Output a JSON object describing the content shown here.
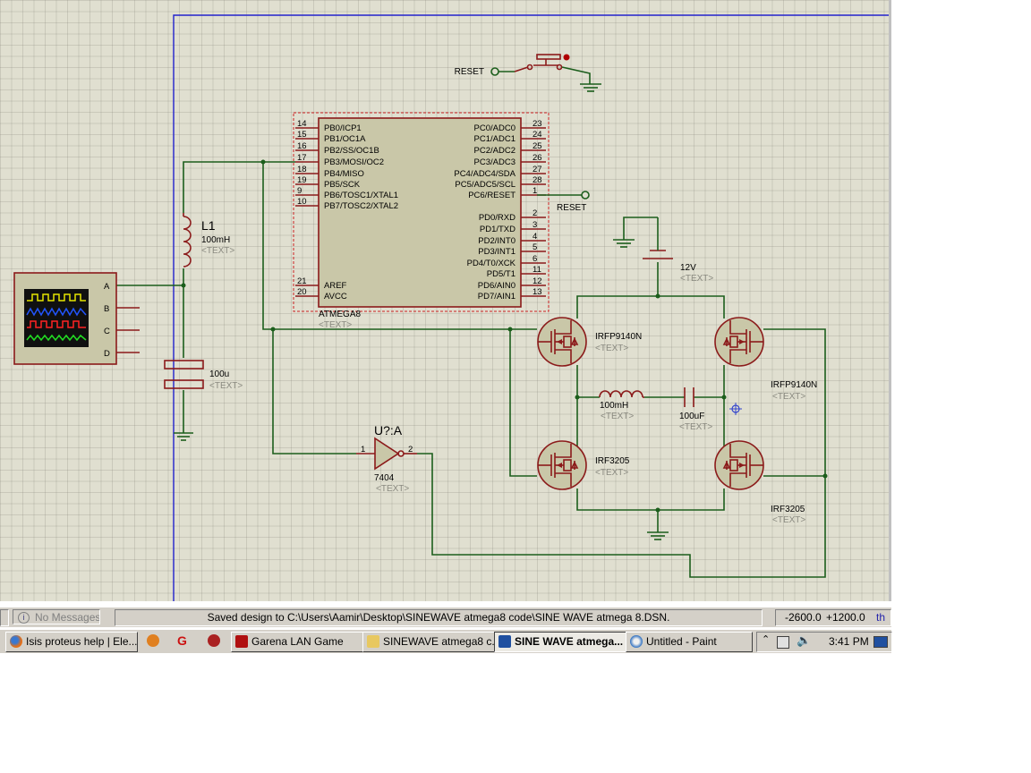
{
  "schematic": {
    "reset_button_label": "RESET",
    "reset_terminal_label": "RESET",
    "mcu": {
      "ref": "ATMEGA8",
      "text_placeholder": "<TEXT>",
      "left_pins": [
        {
          "num": "14",
          "name": "PB0/ICP1"
        },
        {
          "num": "15",
          "name": "PB1/OC1A"
        },
        {
          "num": "16",
          "name": "PB2/SS/OC1B"
        },
        {
          "num": "17",
          "name": "PB3/MOSI/OC2"
        },
        {
          "num": "18",
          "name": "PB4/MISO"
        },
        {
          "num": "19",
          "name": "PB5/SCK"
        },
        {
          "num": "9",
          "name": "PB6/TOSC1/XTAL1"
        },
        {
          "num": "10",
          "name": "PB7/TOSC2/XTAL2"
        },
        {
          "num": "21",
          "name": "AREF"
        },
        {
          "num": "20",
          "name": "AVCC"
        }
      ],
      "right_pins": [
        {
          "num": "23",
          "name": "PC0/ADC0"
        },
        {
          "num": "24",
          "name": "PC1/ADC1"
        },
        {
          "num": "25",
          "name": "PC2/ADC2"
        },
        {
          "num": "26",
          "name": "PC3/ADC3"
        },
        {
          "num": "27",
          "name": "PC4/ADC4/SDA"
        },
        {
          "num": "28",
          "name": "PC5/ADC5/SCL"
        },
        {
          "num": "1",
          "name": "PC6/RESET"
        },
        {
          "num": "2",
          "name": "PD0/RXD"
        },
        {
          "num": "3",
          "name": "PD1/TXD"
        },
        {
          "num": "4",
          "name": "PD2/INT0"
        },
        {
          "num": "5",
          "name": "PD3/INT1"
        },
        {
          "num": "6",
          "name": "PD4/T0/XCK"
        },
        {
          "num": "11",
          "name": "PD5/T1"
        },
        {
          "num": "12",
          "name": "PD6/AIN0"
        },
        {
          "num": "13",
          "name": "PD7/AIN1"
        }
      ]
    },
    "inductor_l1": {
      "ref": "L1",
      "value": "100mH",
      "text": "<TEXT>"
    },
    "capacitor_in": {
      "value": "100u",
      "text": "<TEXT>"
    },
    "scope_channels": [
      "A",
      "B",
      "C",
      "D"
    ],
    "inverter": {
      "ref": "U?:A",
      "part": "7404",
      "text": "<TEXT>",
      "pin_in": "1",
      "pin_out": "2"
    },
    "battery": {
      "value": "12V",
      "text": "<TEXT>"
    },
    "q_top_left": {
      "part": "IRFP9140N",
      "text": "<TEXT>"
    },
    "q_top_right": {
      "part": "IRFP9140N",
      "text": "<TEXT>"
    },
    "q_bot_left": {
      "part": "IRF3205",
      "text": "<TEXT>"
    },
    "q_bot_right": {
      "part": "IRF3205",
      "text": "<TEXT>"
    },
    "load_inductor": {
      "value": "100mH",
      "text": "<TEXT>"
    },
    "load_capacitor": {
      "value": "100uF",
      "text": "<TEXT>"
    }
  },
  "statusbar": {
    "messages": "No Messages",
    "status_text": "Saved design to C:\\Users\\Aamir\\Desktop\\SINEWAVE atmega8 code\\SINE WAVE atmega 8.DSN.",
    "coord_x": "-2600.0",
    "coord_y": "+1200.0",
    "unit": "th"
  },
  "taskbar": {
    "items": [
      {
        "label": "Isis proteus help | Ele...",
        "icon": "firefox-icon"
      },
      {
        "label": "Garena LAN Game",
        "icon": "garena-icon"
      },
      {
        "label": "SINEWAVE atmega8 c...",
        "icon": "folder-icon"
      },
      {
        "label": "SINE WAVE atmega...",
        "icon": "isis-icon"
      },
      {
        "label": "Untitled - Paint",
        "icon": "paint-icon"
      }
    ],
    "clock": "3:41 PM"
  }
}
